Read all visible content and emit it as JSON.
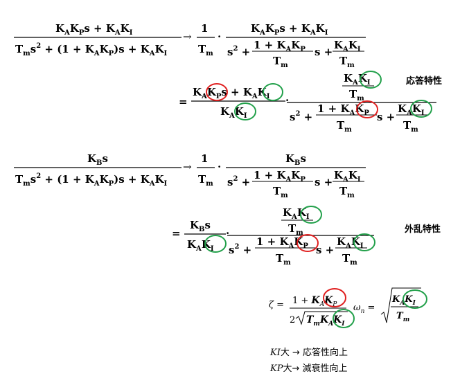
{
  "labels": {
    "response": "応答特性",
    "disturbance": "外乱特性"
  },
  "notes": {
    "note1_var": "KI",
    "note1_text": "大 → 応答性向上",
    "note2_var": "KP",
    "note2_text": "大→ 減衰性向上"
  },
  "colors": {
    "red_circle": "#e02020",
    "green_circle": "#22a04a"
  }
}
